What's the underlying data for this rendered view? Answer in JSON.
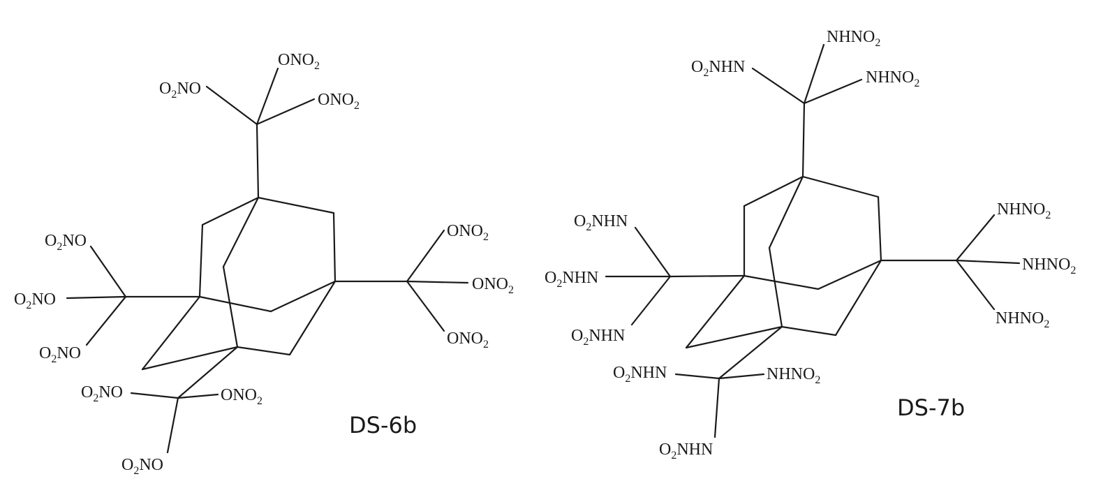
{
  "molecules": [
    {
      "caption": "DS-6b",
      "groups": [
        {
          "main": "ONO",
          "sub": "2",
          "pre": ""
        },
        {
          "main": "NO",
          "sub": "2",
          "pre": "O"
        },
        {
          "main": "ONO",
          "sub": "2",
          "pre": ""
        },
        {
          "main": "NO",
          "sub": "2",
          "pre": "O"
        },
        {
          "main": "NO",
          "sub": "2",
          "pre": "O"
        },
        {
          "main": "NO",
          "sub": "2",
          "pre": "O"
        },
        {
          "main": "ONO",
          "sub": "2",
          "pre": ""
        },
        {
          "main": "ONO",
          "sub": "2",
          "pre": ""
        },
        {
          "main": "ONO",
          "sub": "2",
          "pre": ""
        },
        {
          "main": "NO",
          "sub": "2",
          "pre": "O"
        },
        {
          "main": "ONO",
          "sub": "2",
          "pre": ""
        },
        {
          "main": "NO",
          "sub": "2",
          "pre": "O"
        }
      ]
    },
    {
      "caption": "DS-7b",
      "groups": [
        {
          "main": "NHNO",
          "sub": "2",
          "pre": ""
        },
        {
          "main": "NHN",
          "sub": "2",
          "pre": "O"
        },
        {
          "main": "NHNO",
          "sub": "2",
          "pre": ""
        },
        {
          "main": "NHN",
          "sub": "2",
          "pre": "O"
        },
        {
          "main": "NHN",
          "sub": "2",
          "pre": "O"
        },
        {
          "main": "NHN",
          "sub": "2",
          "pre": "O"
        },
        {
          "main": "NHNO",
          "sub": "2",
          "pre": ""
        },
        {
          "main": "NHNO",
          "sub": "2",
          "pre": ""
        },
        {
          "main": "NHNO",
          "sub": "2",
          "pre": ""
        },
        {
          "main": "NHN",
          "sub": "2",
          "pre": "O"
        },
        {
          "main": "NHNO",
          "sub": "2",
          "pre": ""
        },
        {
          "main": "NHN",
          "sub": "2",
          "pre": "O"
        }
      ]
    }
  ]
}
